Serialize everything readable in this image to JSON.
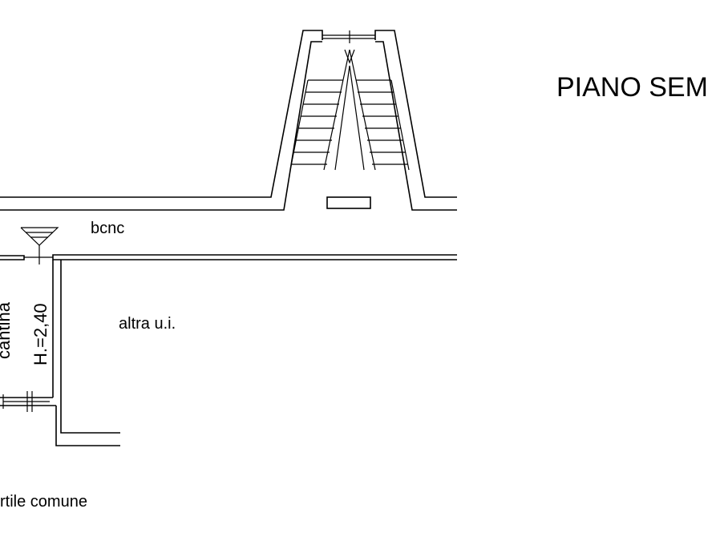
{
  "plan": {
    "floor_title": "PIANO SEM",
    "labels": {
      "common_area": "bcnc",
      "cellar": "cantina",
      "cellar_height": "H.=2,40",
      "other_unit": "altra u.i.",
      "courtyard": "rtile comune"
    }
  }
}
